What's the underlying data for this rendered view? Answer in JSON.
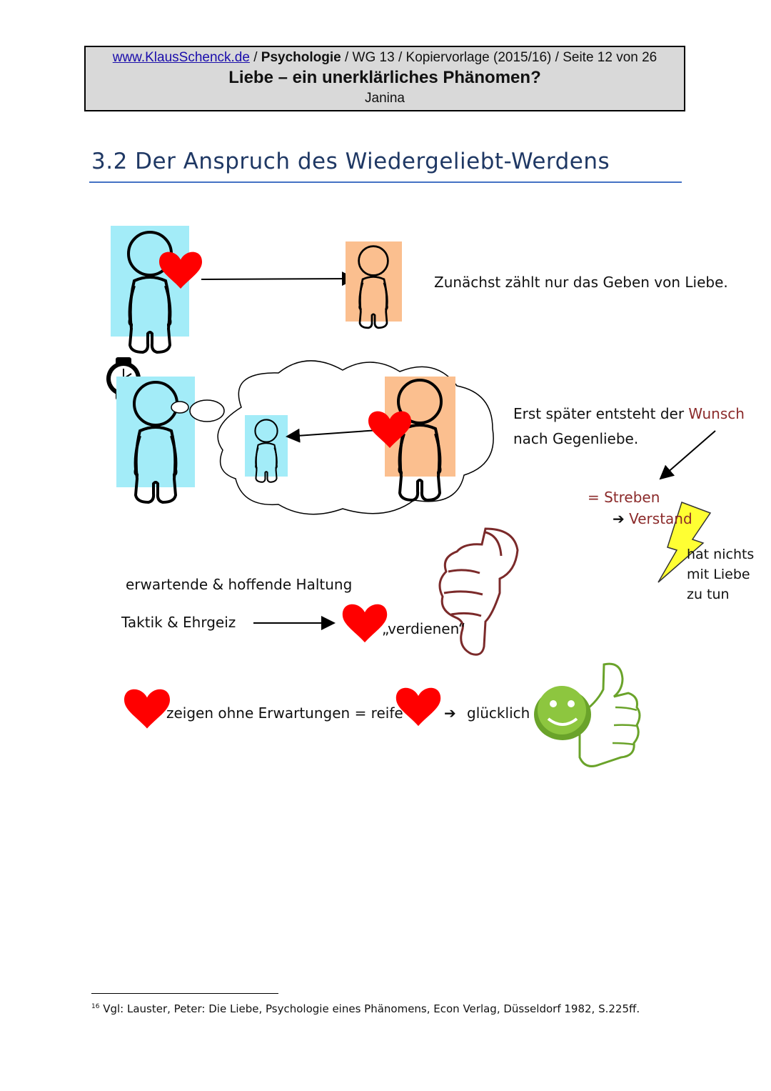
{
  "header": {
    "link_text": "www.KlausSchenck.de",
    "sep1": " / ",
    "subject": "Psychologie",
    "rest": " / WG 13 / Kopiervorlage (2015/16) / Seite 12 von 26",
    "title": "Liebe – ein unerklärliches Phänomen?",
    "author": "Janina"
  },
  "section": {
    "heading": "3.2 Der Anspruch des Wiedergeliebt-Werdens"
  },
  "diagram": {
    "text_giving": "Zunächst zählt nur das Geben von Liebe.",
    "text_later_1": "Erst später entsteht der ",
    "text_wish": "Wunsch",
    "text_later_2": "nach Gegenliebe.",
    "text_striving": "= Streben",
    "text_reason_arrow": "➔",
    "text_reason": "Verstand",
    "text_nothing_1": "hat nichts",
    "text_nothing_2": "mit Liebe",
    "text_nothing_3": "zu tun",
    "text_attitude": "erwartende & hoffende Haltung",
    "text_tactic": "Taktik & Ehrgeiz",
    "text_earn": "„verdienen“",
    "text_show": "zeigen ohne Erwartungen = reife",
    "text_happy_arrow": "➔",
    "text_happy": "glücklich"
  },
  "colors": {
    "blue_box": "#a3ecf8",
    "orange_box": "#fbbf8f",
    "heart": "#ff0000",
    "dark_red_text": "#8b2a2a",
    "lightning": "#ffff33",
    "smiley": "#8dc63f"
  },
  "footnote": {
    "number": "16",
    "text": " Vgl: Lauster, Peter: Die Liebe, Psychologie eines Phänomens, Econ Verlag, Düsseldorf 1982, S.225ff."
  }
}
